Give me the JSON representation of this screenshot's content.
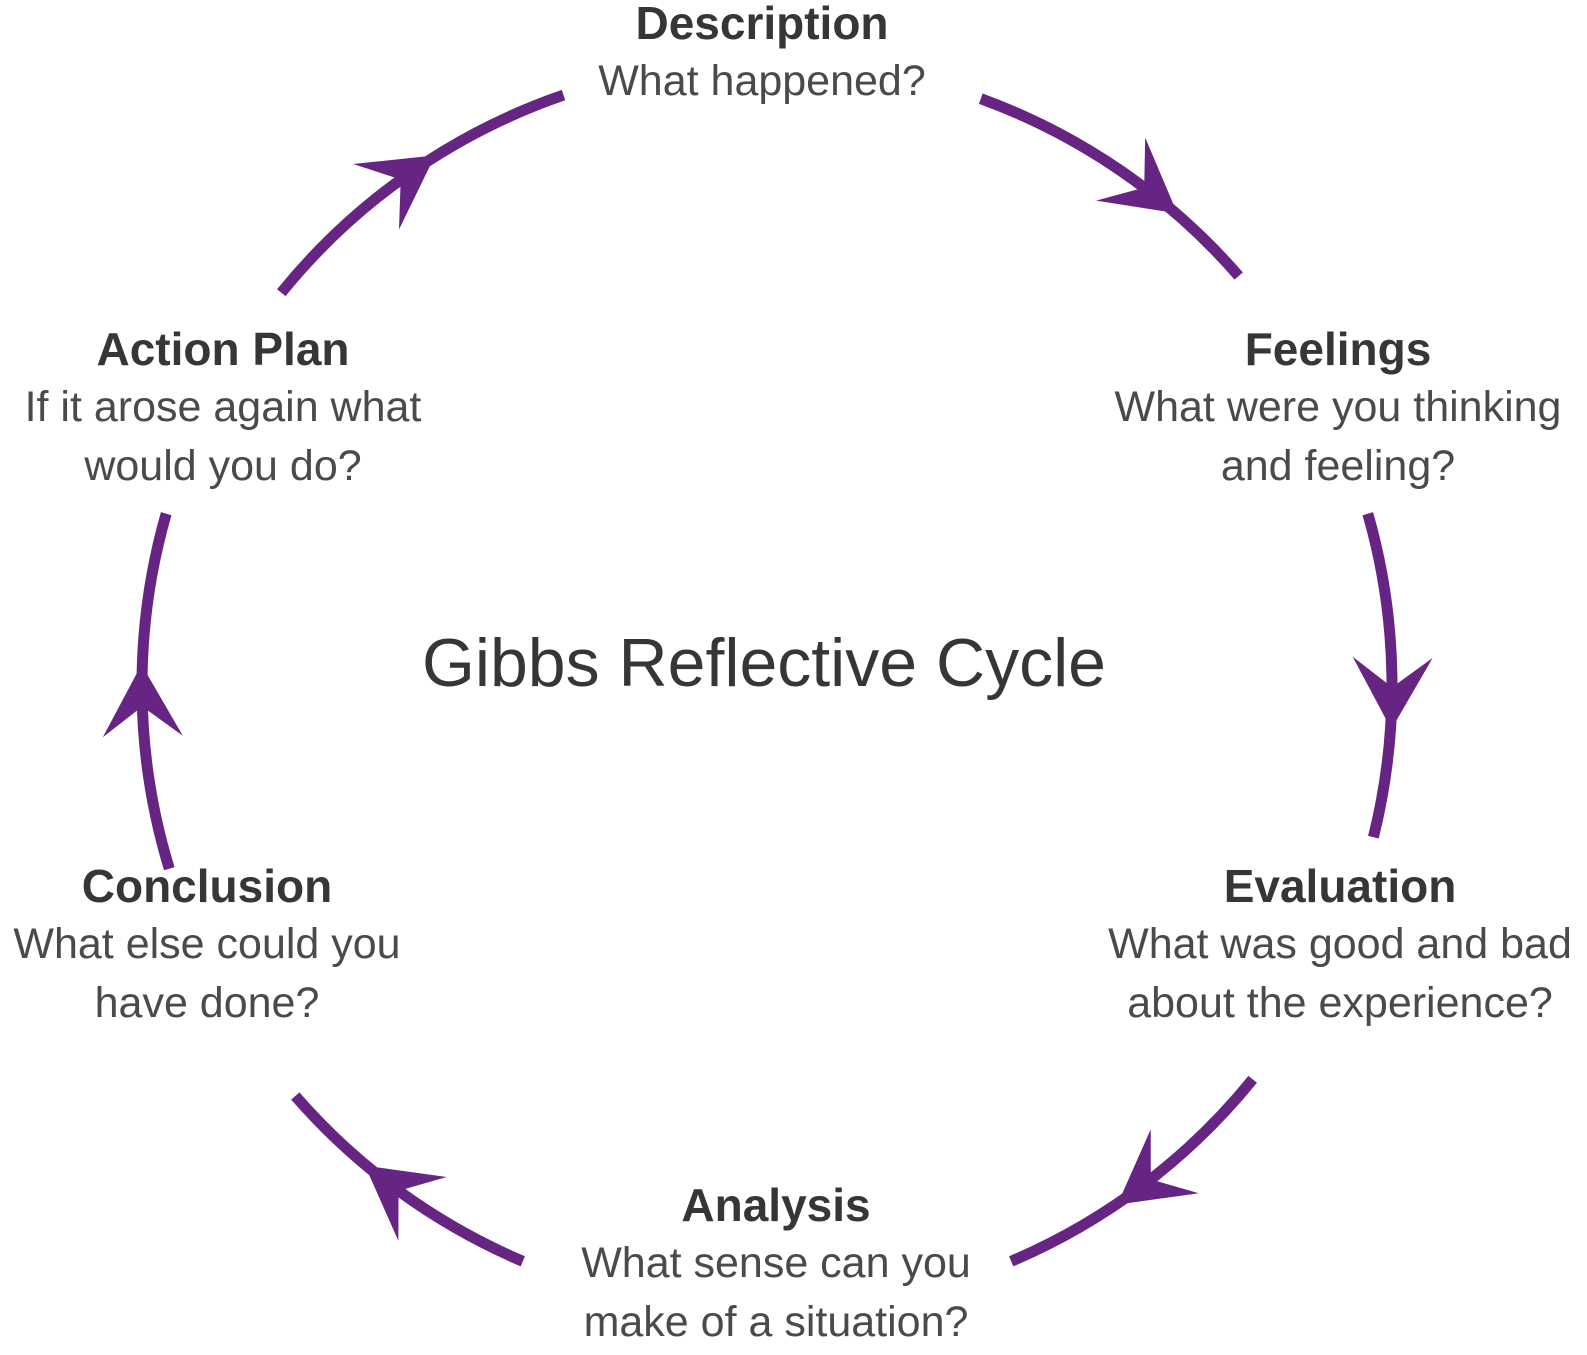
{
  "title": "Gibbs Reflective Cycle",
  "colors": {
    "arrow": "#662483",
    "heading": "#363636",
    "question": "#4a4a4a",
    "background": "#ffffff"
  },
  "stages": [
    {
      "title": "Description",
      "question": "What happened?"
    },
    {
      "title": "Feelings",
      "question": "What were you thinking and feeling?"
    },
    {
      "title": "Evaluation",
      "question": "What was good and bad about the experience?"
    },
    {
      "title": "Analysis",
      "question": "What sense can you make of a situation?"
    },
    {
      "title": "Conclusion",
      "question": "What else could you have done?"
    },
    {
      "title": "Action Plan",
      "question": "If it arose again what would you do?"
    }
  ]
}
